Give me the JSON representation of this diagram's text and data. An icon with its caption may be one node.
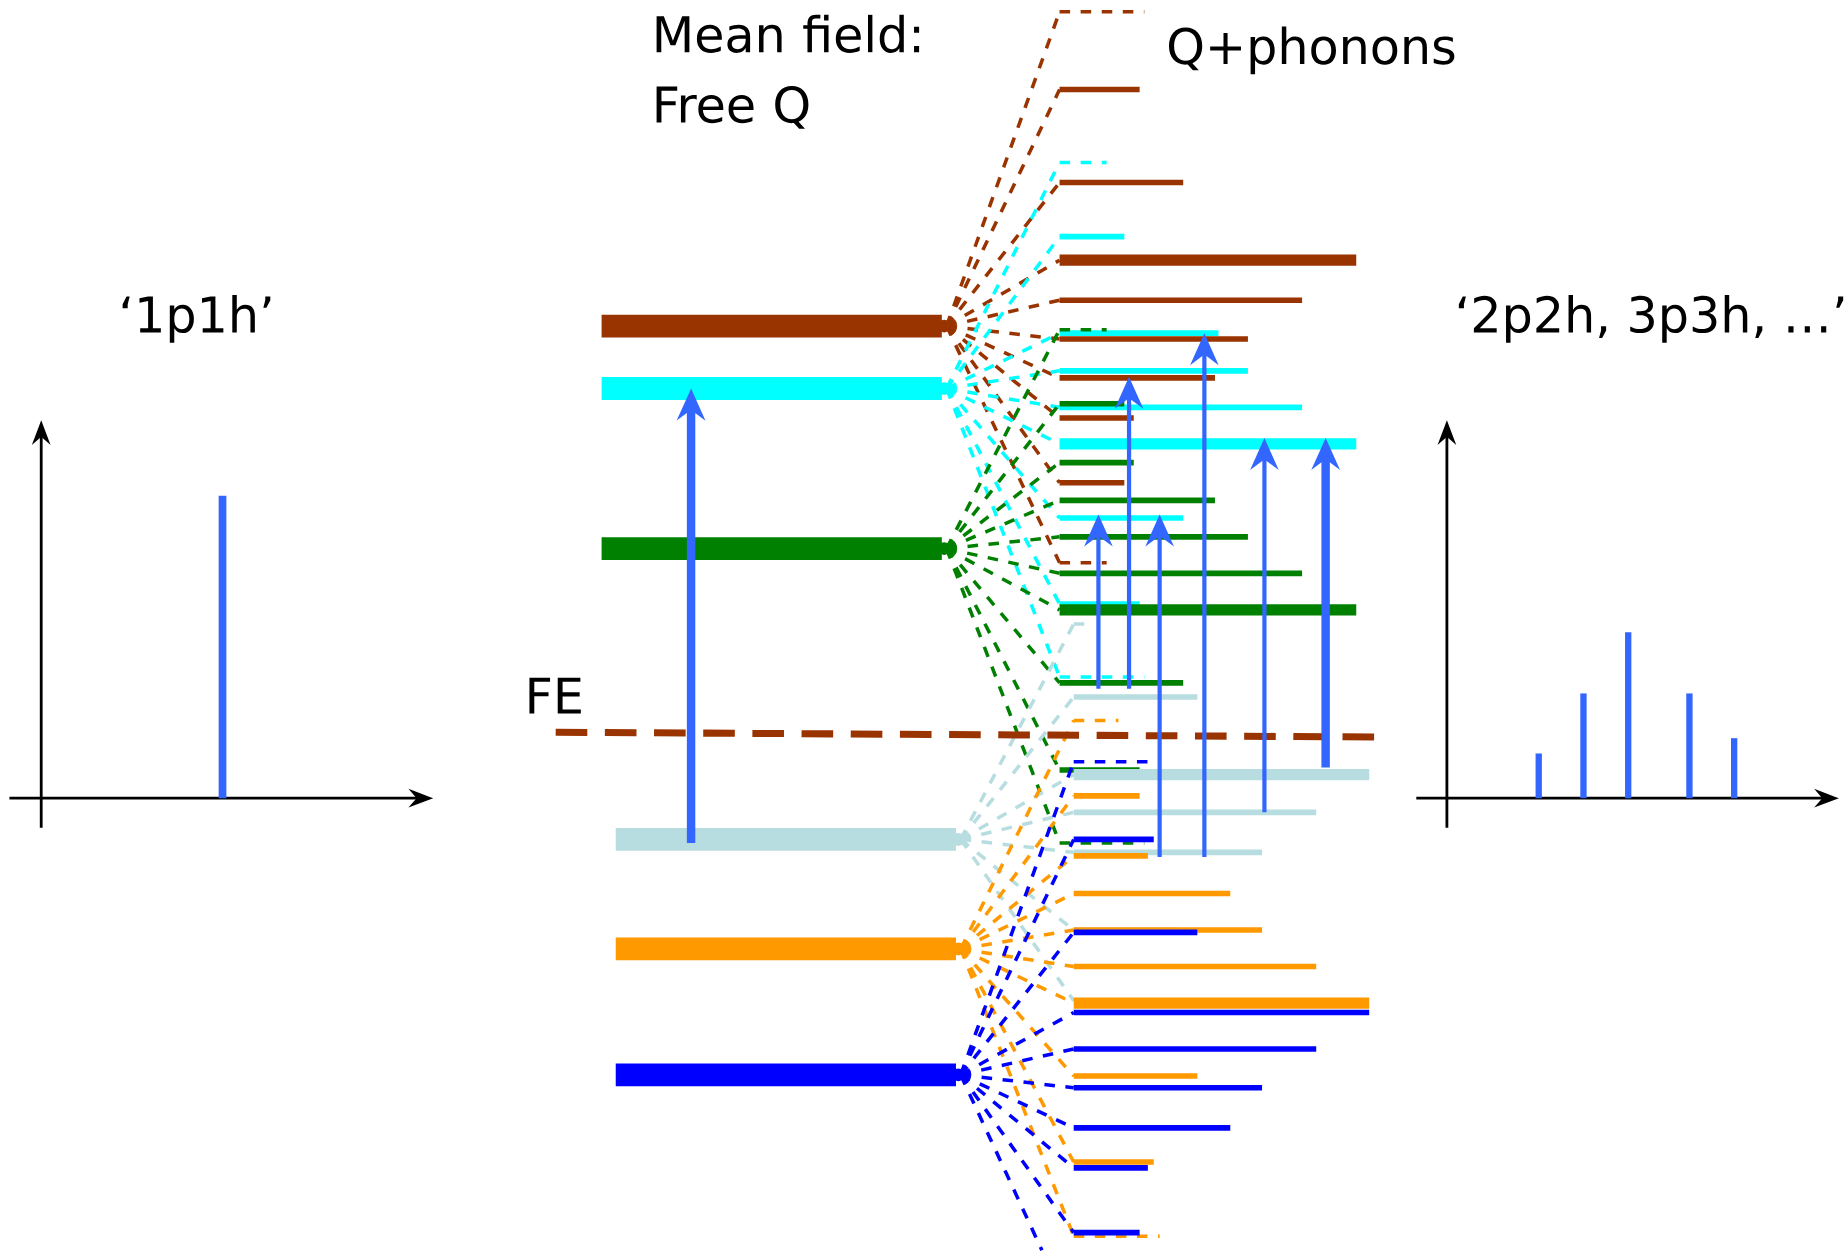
{
  "diagram": {
    "labels": [
      "Mean field: Free Q",
      "Q+phonons",
      "‘1p1h’",
      "‘2p2h, 3p3h, …’",
      "FE"
    ]
  }
}
